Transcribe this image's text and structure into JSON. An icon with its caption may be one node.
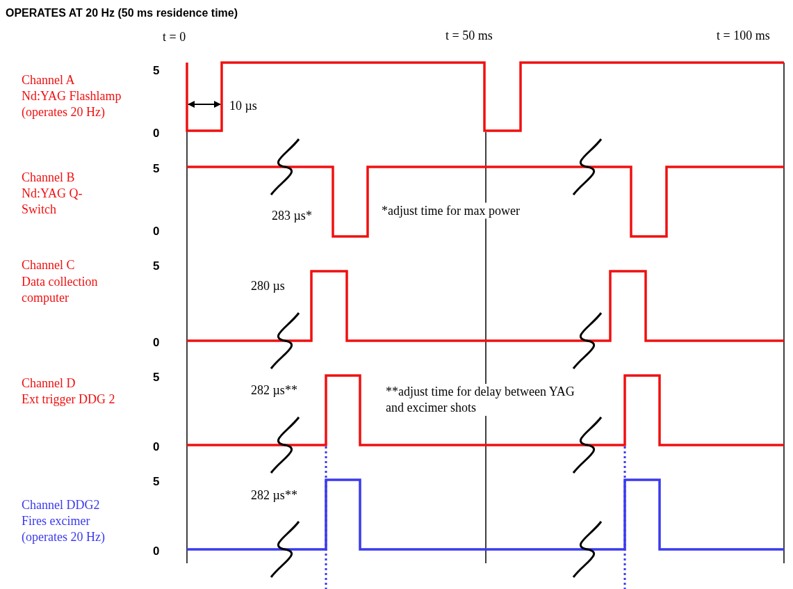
{
  "diagram": {
    "title": "OPERATES AT 20 Hz (50 ms residence time)",
    "labels": [
      "t = 0",
      "t = 50 ms",
      "t = 100 ms",
      "Channel A",
      "Nd:YAG Flashlamp",
      "(operates 20 Hz)",
      "5",
      "0",
      "10 µs",
      "Channel B",
      "Nd:YAG Q-Switch",
      "5",
      "0",
      "283 µs*",
      "*adjust time for max power",
      "Channel C",
      "Data collection computer",
      "5",
      "0",
      "280 µs",
      "Channel D",
      "Ext trigger DDG 2",
      "5",
      "0",
      "282 µs**",
      "**adjust time for delay between YAG and excimer shots",
      "Channel DDG2",
      "Fires excimer",
      "(operates 20 Hz)",
      "5",
      "0",
      "282 µs**"
    ]
  }
}
